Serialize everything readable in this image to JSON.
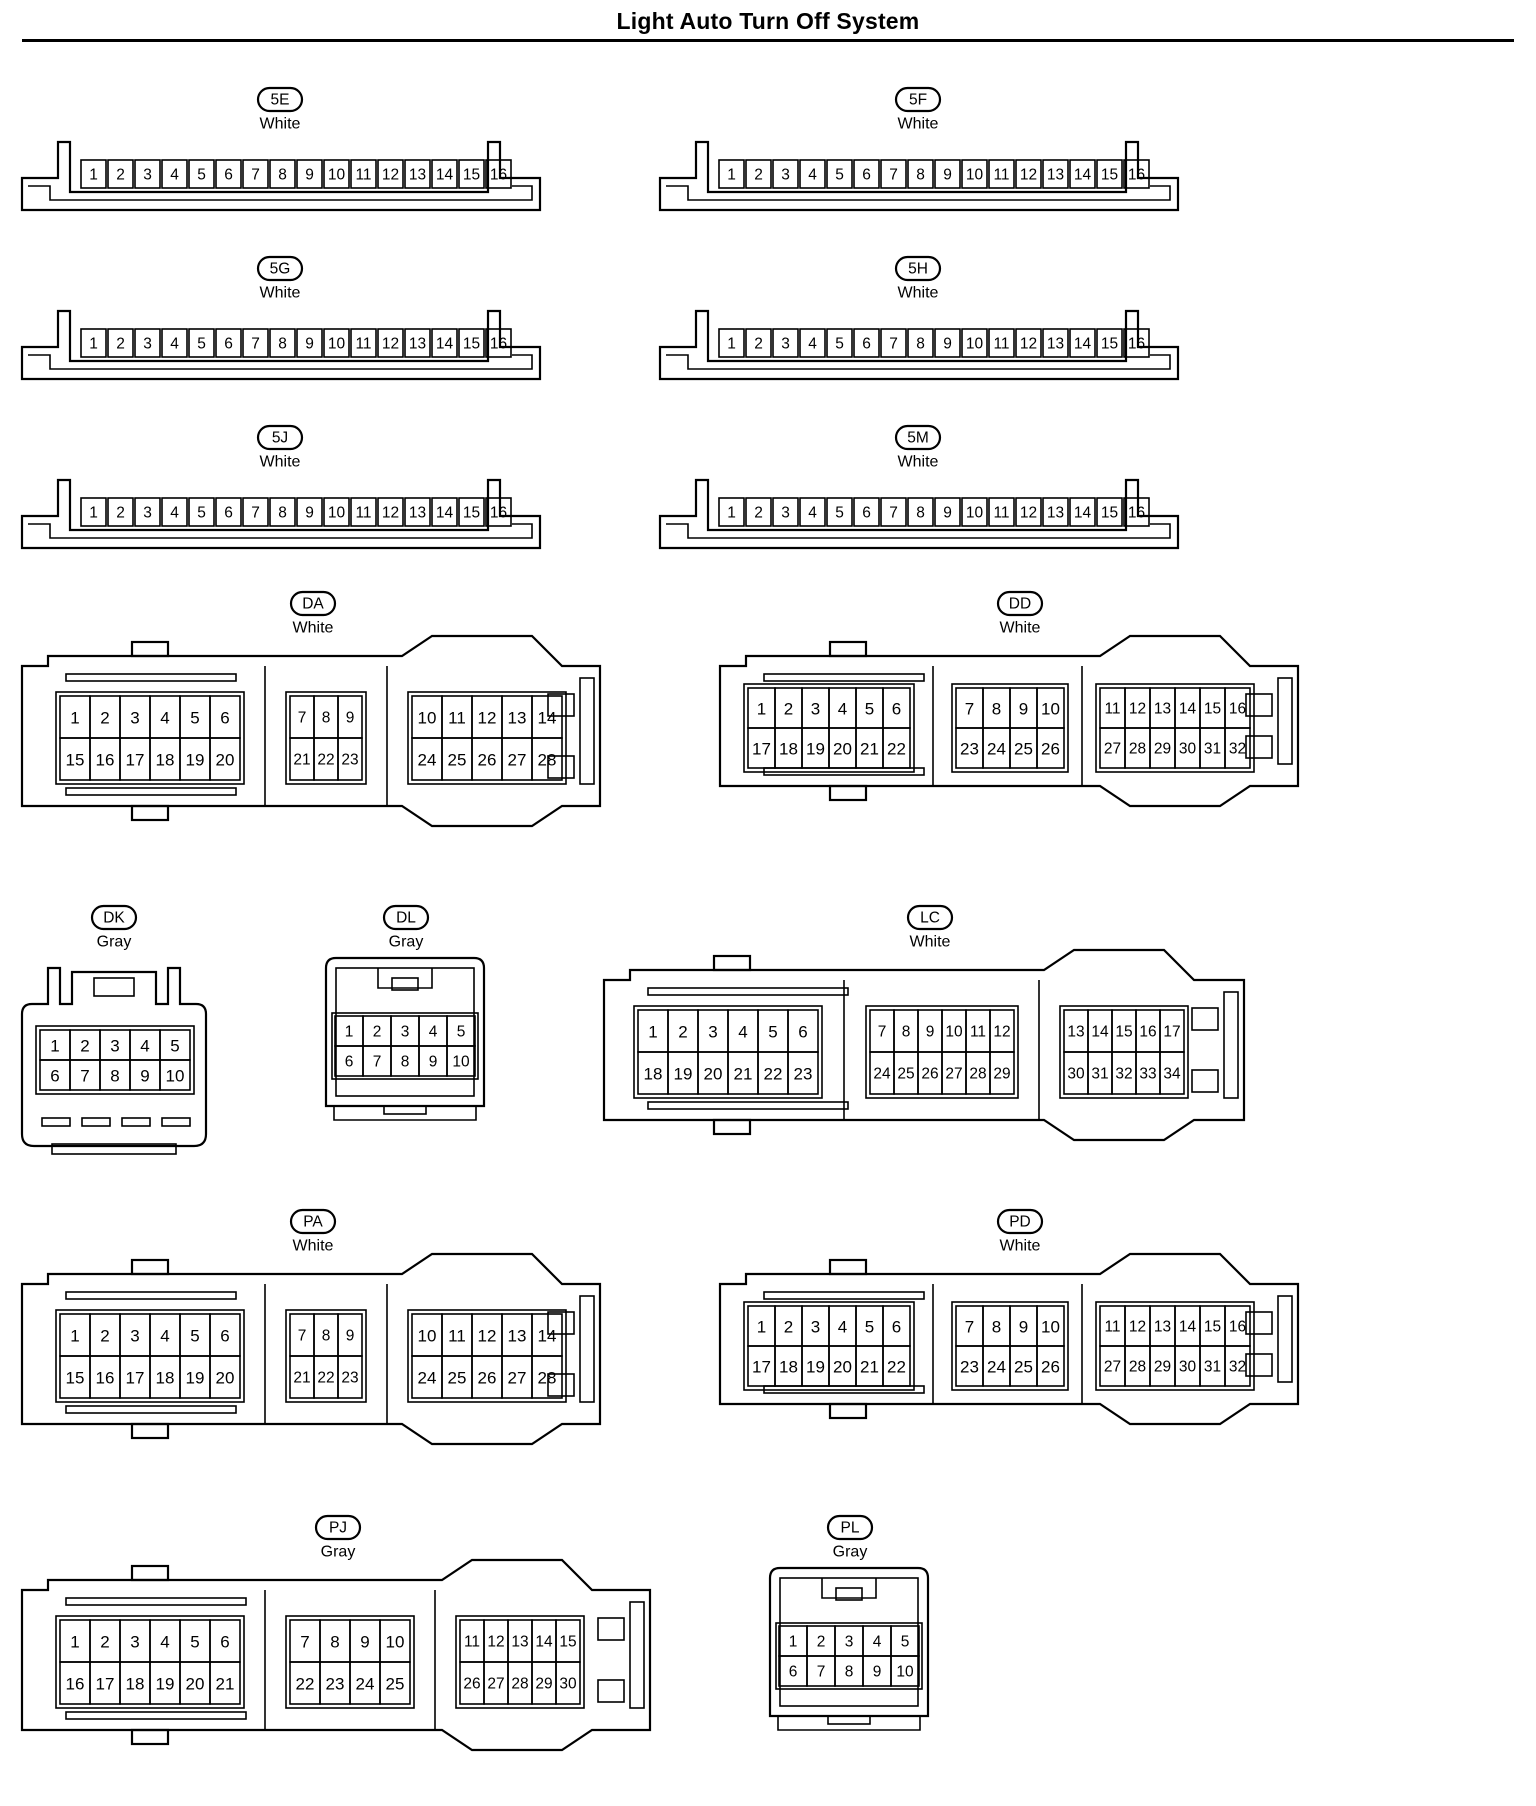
{
  "page": {
    "title": "Light Auto Turn Off System"
  },
  "connectors": [
    {
      "id": "5E",
      "color": "White",
      "type": "strip16",
      "pins": [
        "1",
        "2",
        "3",
        "4",
        "5",
        "6",
        "7",
        "8",
        "9",
        "10",
        "11",
        "12",
        "13",
        "14",
        "15",
        "16"
      ]
    },
    {
      "id": "5F",
      "color": "White",
      "type": "strip16",
      "pins": [
        "1",
        "2",
        "3",
        "4",
        "5",
        "6",
        "7",
        "8",
        "9",
        "10",
        "11",
        "12",
        "13",
        "14",
        "15",
        "16"
      ]
    },
    {
      "id": "5G",
      "color": "White",
      "type": "strip16",
      "pins": [
        "1",
        "2",
        "3",
        "4",
        "5",
        "6",
        "7",
        "8",
        "9",
        "10",
        "11",
        "12",
        "13",
        "14",
        "15",
        "16"
      ]
    },
    {
      "id": "5H",
      "color": "White",
      "type": "strip16",
      "pins": [
        "1",
        "2",
        "3",
        "4",
        "5",
        "6",
        "7",
        "8",
        "9",
        "10",
        "11",
        "12",
        "13",
        "14",
        "15",
        "16"
      ]
    },
    {
      "id": "5J",
      "color": "White",
      "type": "strip16",
      "pins": [
        "1",
        "2",
        "3",
        "4",
        "5",
        "6",
        "7",
        "8",
        "9",
        "10",
        "11",
        "12",
        "13",
        "14",
        "15",
        "16"
      ]
    },
    {
      "id": "5M",
      "color": "White",
      "type": "strip16",
      "pins": [
        "1",
        "2",
        "3",
        "4",
        "5",
        "6",
        "7",
        "8",
        "9",
        "10",
        "11",
        "12",
        "13",
        "14",
        "15",
        "16"
      ]
    },
    {
      "id": "DA",
      "color": "White",
      "type": "block28",
      "groups": [
        {
          "rows": [
            [
              "1",
              "2",
              "3",
              "4",
              "5",
              "6"
            ],
            [
              "15",
              "16",
              "17",
              "18",
              "19",
              "20"
            ]
          ]
        },
        {
          "rows": [
            [
              "7",
              "8",
              "9"
            ],
            [
              "21",
              "22",
              "23"
            ]
          ]
        },
        {
          "rows": [
            [
              "10",
              "11",
              "12",
              "13",
              "14"
            ],
            [
              "24",
              "25",
              "26",
              "27",
              "28"
            ]
          ]
        }
      ]
    },
    {
      "id": "DD",
      "color": "White",
      "type": "block32",
      "groups": [
        {
          "rows": [
            [
              "1",
              "2",
              "3",
              "4",
              "5",
              "6"
            ],
            [
              "17",
              "18",
              "19",
              "20",
              "21",
              "22"
            ]
          ]
        },
        {
          "rows": [
            [
              "7",
              "8",
              "9",
              "10"
            ],
            [
              "23",
              "24",
              "25",
              "26"
            ]
          ]
        },
        {
          "rows": [
            [
              "11",
              "12",
              "13",
              "14",
              "15",
              "16"
            ],
            [
              "27",
              "28",
              "29",
              "30",
              "31",
              "32"
            ]
          ]
        }
      ]
    },
    {
      "id": "DK",
      "color": "Gray",
      "type": "small10a",
      "rows": [
        [
          "1",
          "2",
          "3",
          "4",
          "5"
        ],
        [
          "6",
          "7",
          "8",
          "9",
          "10"
        ]
      ]
    },
    {
      "id": "DL",
      "color": "Gray",
      "type": "small10b",
      "rows": [
        [
          "1",
          "2",
          "3",
          "4",
          "5"
        ],
        [
          "6",
          "7",
          "8",
          "9",
          "10"
        ]
      ]
    },
    {
      "id": "LC",
      "color": "White",
      "type": "block34",
      "groups": [
        {
          "rows": [
            [
              "1",
              "2",
              "3",
              "4",
              "5",
              "6"
            ],
            [
              "18",
              "19",
              "20",
              "21",
              "22",
              "23"
            ]
          ]
        },
        {
          "rows": [
            [
              "7",
              "8",
              "9",
              "10",
              "11",
              "12"
            ],
            [
              "24",
              "25",
              "26",
              "27",
              "28",
              "29"
            ]
          ]
        },
        {
          "rows": [
            [
              "13",
              "14",
              "15",
              "16",
              "17"
            ],
            [
              "30",
              "31",
              "32",
              "33",
              "34"
            ]
          ]
        }
      ]
    },
    {
      "id": "PA",
      "color": "White",
      "type": "block28",
      "groups": [
        {
          "rows": [
            [
              "1",
              "2",
              "3",
              "4",
              "5",
              "6"
            ],
            [
              "15",
              "16",
              "17",
              "18",
              "19",
              "20"
            ]
          ]
        },
        {
          "rows": [
            [
              "7",
              "8",
              "9"
            ],
            [
              "21",
              "22",
              "23"
            ]
          ]
        },
        {
          "rows": [
            [
              "10",
              "11",
              "12",
              "13",
              "14"
            ],
            [
              "24",
              "25",
              "26",
              "27",
              "28"
            ]
          ]
        }
      ]
    },
    {
      "id": "PD",
      "color": "White",
      "type": "block32",
      "groups": [
        {
          "rows": [
            [
              "1",
              "2",
              "3",
              "4",
              "5",
              "6"
            ],
            [
              "17",
              "18",
              "19",
              "20",
              "21",
              "22"
            ]
          ]
        },
        {
          "rows": [
            [
              "7",
              "8",
              "9",
              "10"
            ],
            [
              "23",
              "24",
              "25",
              "26"
            ]
          ]
        },
        {
          "rows": [
            [
              "11",
              "12",
              "13",
              "14",
              "15",
              "16"
            ],
            [
              "27",
              "28",
              "29",
              "30",
              "31",
              "32"
            ]
          ]
        }
      ]
    },
    {
      "id": "PJ",
      "color": "Gray",
      "type": "block30",
      "groups": [
        {
          "rows": [
            [
              "1",
              "2",
              "3",
              "4",
              "5",
              "6"
            ],
            [
              "16",
              "17",
              "18",
              "19",
              "20",
              "21"
            ]
          ]
        },
        {
          "rows": [
            [
              "7",
              "8",
              "9",
              "10"
            ],
            [
              "22",
              "23",
              "24",
              "25"
            ]
          ]
        },
        {
          "rows": [
            [
              "11",
              "12",
              "13",
              "14",
              "15"
            ],
            [
              "26",
              "27",
              "28",
              "29",
              "30"
            ]
          ]
        }
      ]
    },
    {
      "id": "PL",
      "color": "Gray",
      "type": "small10b",
      "rows": [
        [
          "1",
          "2",
          "3",
          "4",
          "5"
        ],
        [
          "6",
          "7",
          "8",
          "9",
          "10"
        ]
      ]
    }
  ]
}
